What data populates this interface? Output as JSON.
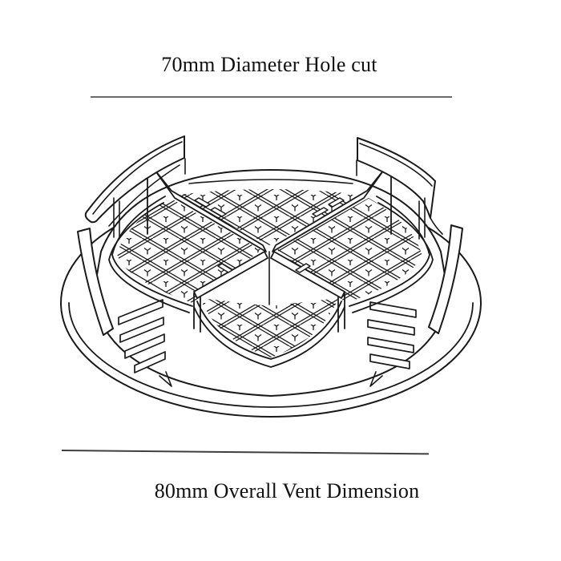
{
  "page": {
    "background": "#ffffff"
  },
  "top_annotation": {
    "label": "70mm Diameter Hole cut"
  },
  "bottom_annotation": {
    "label": "80mm Overall Vent Dimension"
  },
  "rules": {
    "color_top": "#6a6a6a",
    "color_bottom": "#3f3f3f"
  },
  "illustration": {
    "alt": "Isometric black-and-white line drawing of a round push-in vent: outer flange ring, louvered side slots, four waffle-mesh segments divided by radial walls, and snap-clip collar tabs",
    "stroke_color": "#1a1a1a"
  }
}
